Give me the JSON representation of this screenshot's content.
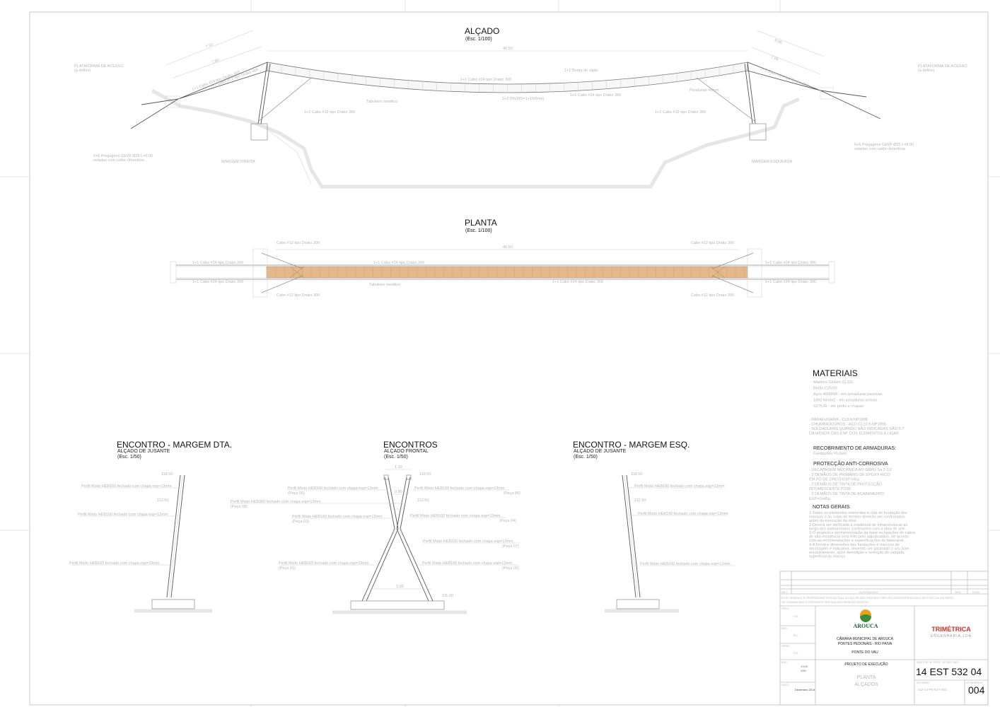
{
  "alcado": {
    "title": "ALÇADO",
    "scale": "(Esc. 1/100)",
    "span": "40.50",
    "cable24": "1+1 Cabo #24 tipo Drako 300",
    "cable12": "1+1 Cabo #12 tipo Drako 300",
    "guard": "1+1 Borda do vigão",
    "tabuleiro": "Tabuleiro metálico",
    "pendurais": "Pendurais #8mm",
    "platform": "PLATAFORMA DE ACESSO",
    "platform_sub": "(a definir)",
    "anchor": "6+6 Pregagens GEWI Ø25 L=6.00",
    "anchor_sub": "seladas com calda cimentícia",
    "margem_dir": "MARGEM DIREITA",
    "margem_esq": "MARGEM ESQUERDA",
    "slope": "1+2.5%(WS=1+100mm)",
    "dim_left_a": "7.91",
    "dim_left_b": "7.80",
    "dim_right_a": "8.06",
    "dim_right_b": "7.96"
  },
  "planta": {
    "title": "PLANTA",
    "scale": "(Esc. 1/100)",
    "cable12": "Cabo #12 tipo Drako 300",
    "cable24": "1+1 Cabo #24 tipo Drako 300",
    "tabuleiro": "Tabuleiro metálico",
    "span": "40.50"
  },
  "encontro_dta": {
    "title": "ENCONTRO - MARGEM DTA.",
    "sub": "ALÇADO DE JUSANTE",
    "scale": "(Esc. 1/50)"
  },
  "encontros": {
    "title": "ENCONTROS",
    "sub": "ALÇADO FRONTAL",
    "scale": "(Esc. 1/50)",
    "top_width": "1.10",
    "mid_width": "0.80",
    "base_width": "3.00",
    "lvl_top": "118.50",
    "lvl_mid": "112.50",
    "lvl_base": "111.00"
  },
  "encontro_esq": {
    "title": "ENCONTRO - MARGEM ESQ.",
    "sub": "ALÇADO DE JUSANTE",
    "scale": "(Esc. 1/50)"
  },
  "perfil": {
    "hebi160": "Perfil Misto HEB160 fechado com chapa esp=13mm",
    "heb300": "Perfil Misto HEB300 fechado com chapa esp=13mm",
    "pecas": [
      "(Peça 01)",
      "(Peça 02)",
      "(Peça 03)",
      "(Peça 04)",
      "(Peça 05)",
      "(Peça 06)",
      "(Peça 07)",
      "(Peça 08)"
    ]
  },
  "materiais": {
    "title": "MATERIAIS",
    "rows": [
      "Madeira    Glulam GL32c",
      "Betão      C25/30",
      "Aços       A500NR  -  em armaduras passivas",
      "               1860 N/mm2  -  em armaduras activas",
      "               S275JR  -  em perfis e chapas"
    ],
    "notes": [
      "-  PARAFUSARIA  -  CL8.8-NP1898",
      "-  CHUMBADOUROS  -  AÇO CL10.9-NP1898",
      "-  SOLDADURAS QUANDO NÃO INDICADAS SÃO 0.7",
      "   DA MENOR DAS ESP. DOS ELEMENTOS A LIGAR"
    ],
    "recob_title": "RECOBRIMENTO DE ARMADURAS:",
    "recob": "Fundações                          =5.0cm",
    "prot_title": "PROTECÇÃO ANTI-CORROSIVA",
    "prot": [
      "-  DECAPAGEM MECÂNICA AO GRAU Sa 2 1/2",
      "-  2 DEMÃOS DE PRIMÁRIO DE EPOXY RICO",
      "   EM PÓ DE ZINCO ESP.=45μ",
      "-  2 DEMÃOS DE TINTA DE PROTECÇÃO",
      "   INTUMESCENTE PO30",
      "-  2 DEMÃOS DE TINTA DE ACABAMENTO",
      "   ESP.=2x45μ"
    ],
    "notas_title": "NOTAS GERAIS:",
    "notas": [
      "1-Todos os elementos referentes à cota de fundação dos",
      "   maciços e às cotas do terreno deverão ser confirmados",
      "   antes da execução da obra.",
      "2-Deverá ser verificada a existência de infraestruturas ao",
      "   longo dos alinhamentos confinantes com a obra de arte.",
      "3-O projecto e pormenorização da base ou ligações de cabos",
      "   de alta resistência será feito pelo adjudicatário, de acordo",
      "   com as recomendações e especificações do fabricante.",
      "4-A forma e dimensões das fundações e maciços de",
      "   ancoragem é indicativa, devendo ser garantido o seu bom",
      "   encastramento, após demolição e remoção do camada",
      "   superficial do maciço."
    ]
  },
  "title_block": {
    "rev": "REV",
    "alteracoes": "ALTERAÇÕES",
    "des": "DES.",
    "data": "DATA",
    "disclaimer": "ESTE DESENHO É PROPRIEDADE INTELECTUAL DO AUTOR NÃO PODENDO SER UTILIZADO/REPRODUZIDO NO TODO OU EM PARTE,",
    "disclaimer2": "OU COMUNICADO A TERCEIROS SEM SUA AUTORIZAÇÃO ESCRITA.",
    "proj_label": "PROJ.",
    "proj": "J.D.",
    "des_label": "DES.",
    "des_val": "R.L.",
    "verif_label": "VERIF.",
    "verif": "F.D.",
    "esc_label": "ESC.",
    "esc1": "1/100",
    "esc2": "1/50",
    "data_label": "DATA",
    "date": "Dezembro 2014",
    "client_logo": "AROUCA",
    "client": "CÂMARA MUNICIPAL DE AROUCA",
    "project": "PONTES PEDONAIS - RIO PAIVA",
    "bridge": "PONTE DO VAU",
    "phase": "PROJETO DE EXECUÇÃO",
    "drawing1": "PLANTA",
    "drawing2": "ALÇADOS",
    "firm": "TRIMÉTRICA",
    "firm_sub": "ENGENHARIA,LDA",
    "code_labels": "ANO    ESP.    Nº PROC.  Nº DES.  REV.",
    "code": "14 EST 532 04",
    "ficheiro_label": "FICHEIRO",
    "ficheiro": "532-14-PE-EST-003",
    "num_label": "Nº DESENHO",
    "num": "004"
  },
  "colors": {
    "deck": "#e3b98c",
    "accent": "#e8761e",
    "brand": "#c9302c"
  }
}
